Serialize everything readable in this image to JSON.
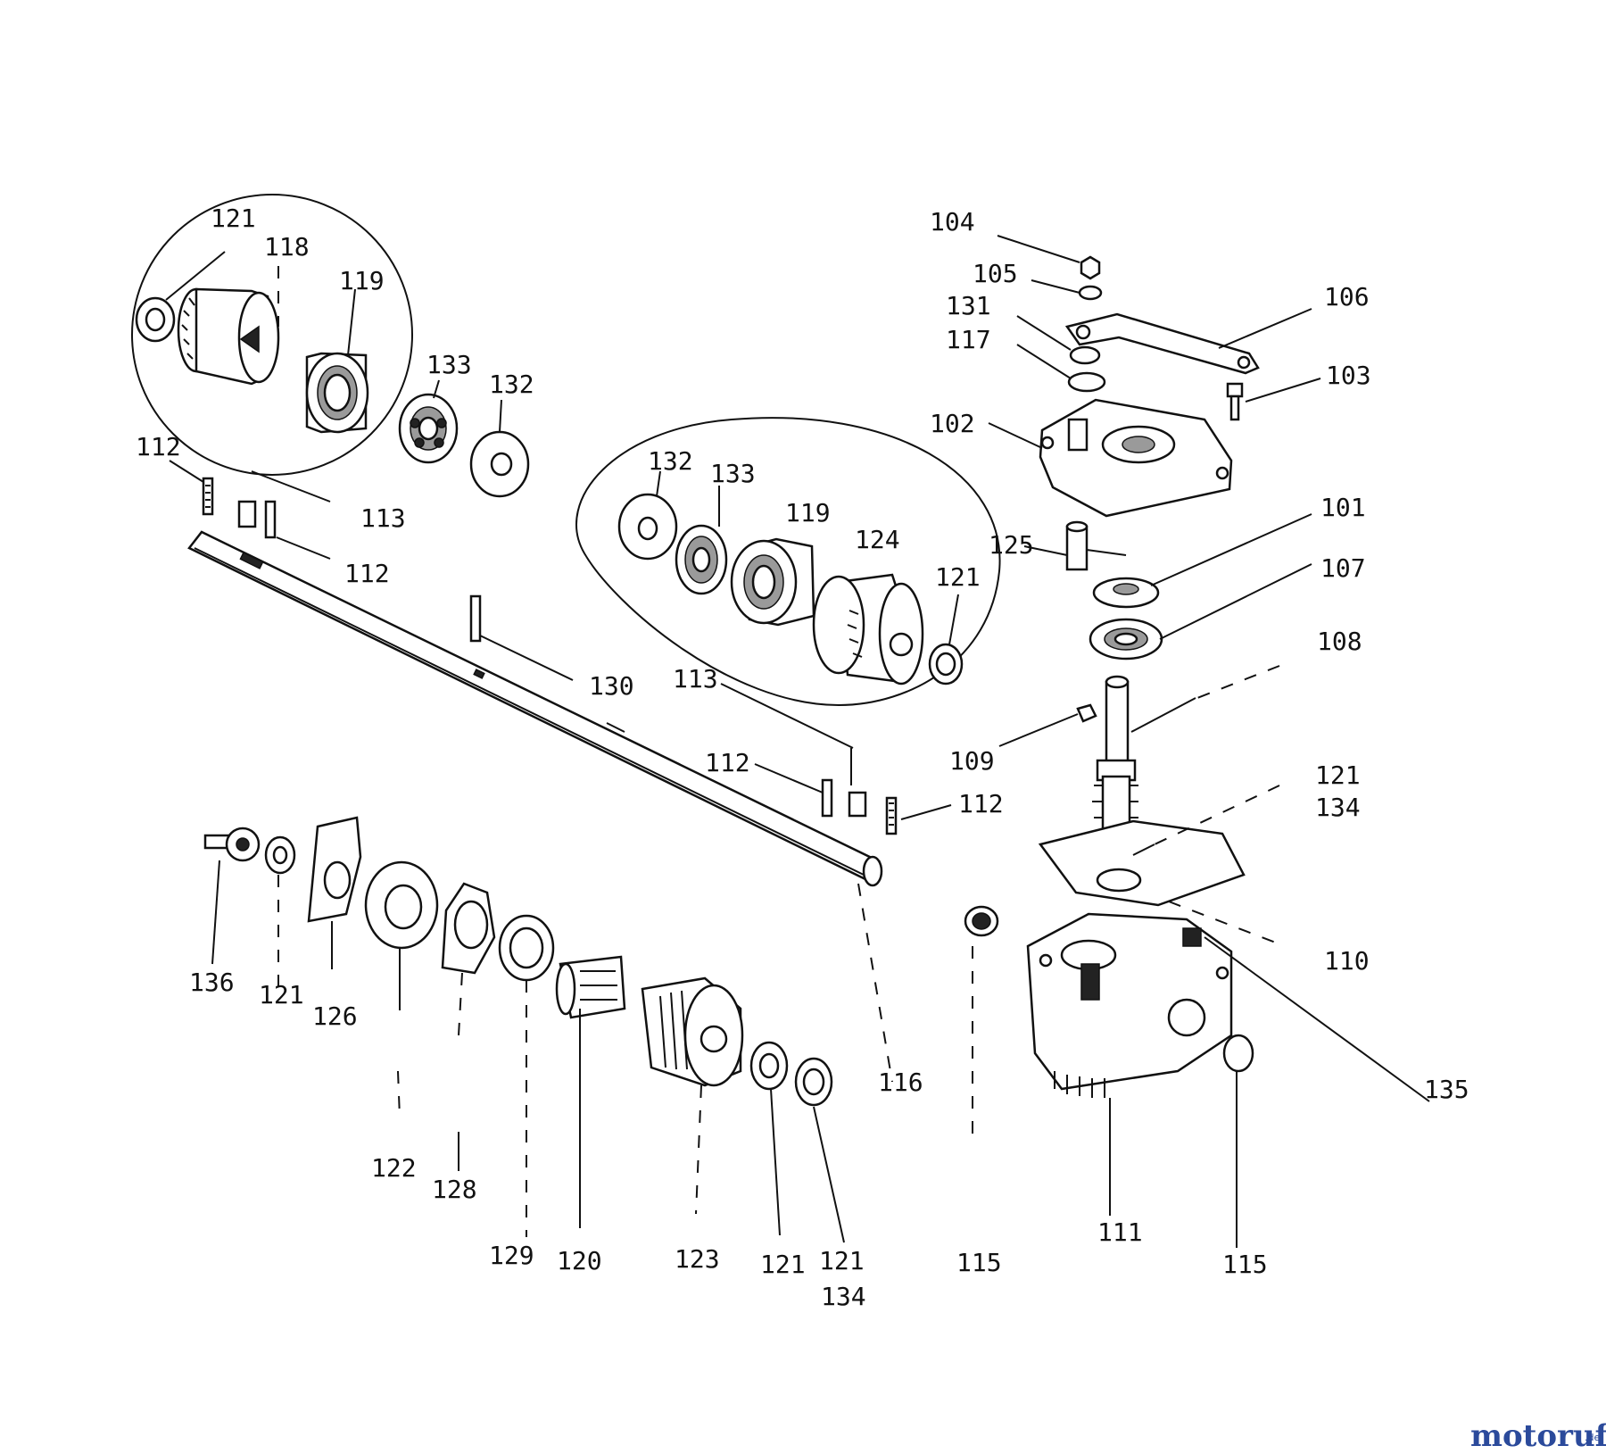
{
  "labels": {
    "p121a": "121",
    "p118": "118",
    "p119a": "119",
    "p133a": "133",
    "p132a": "132",
    "p112a": "112",
    "p113a": "113",
    "p112b": "112",
    "p130": "130",
    "p132b": "132",
    "p133b": "133",
    "p119b": "119",
    "p124": "124",
    "p121b": "121",
    "p113b": "113",
    "p112c": "112",
    "p112d": "112",
    "p125": "125",
    "p104": "104",
    "p105": "105",
    "p106": "106",
    "p131": "131",
    "p117": "117",
    "p103": "103",
    "p102": "102",
    "p101": "101",
    "p107": "107",
    "p108": "108",
    "p109": "109",
    "p121c": "121",
    "p134a": "134",
    "p110": "110",
    "p135": "135",
    "p136": "136",
    "p121d": "121",
    "p126": "126",
    "p122": "122",
    "p128": "128",
    "p129": "129",
    "p120": "120",
    "p123": "123",
    "p121e": "121",
    "p121f": "121",
    "p134b": "134",
    "p116": "116",
    "p115a": "115",
    "p111": "111",
    "p115b": "115"
  },
  "watermark": {
    "brand": "motoruf",
    "suffix": ".de",
    "color_orange": "#e8731a",
    "color_blue": "#2b4a9b"
  }
}
